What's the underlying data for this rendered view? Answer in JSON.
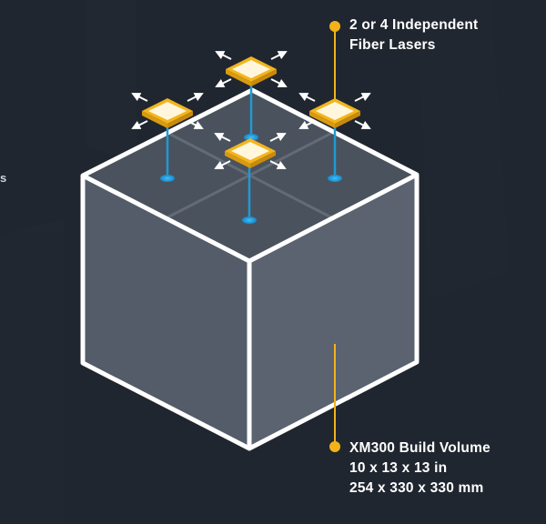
{
  "edge_text": "s",
  "callouts": {
    "lasers": {
      "line1": "2 or 4 Independent",
      "line2": "Fiber Lasers"
    },
    "volume": {
      "line1": "XM300 Build Volume",
      "line2": "10 x 13 x 13 in",
      "line3": "254 x 330 x 330 mm"
    }
  },
  "colors": {
    "background": "#20262f",
    "cube_top": "#4a525d",
    "cube_left": "#525b67",
    "cube_right": "#59626e",
    "outline": "#ffffff",
    "laser_gold": "#f3b51c",
    "laser_cream": "#fff6dc",
    "beam_blue": "#1e9ad6",
    "callout_gold": "#f2b21a"
  },
  "icons": [
    "laser-head-icon",
    "move-arrows-icon",
    "beam-dot-icon",
    "callout-dot-icon"
  ]
}
